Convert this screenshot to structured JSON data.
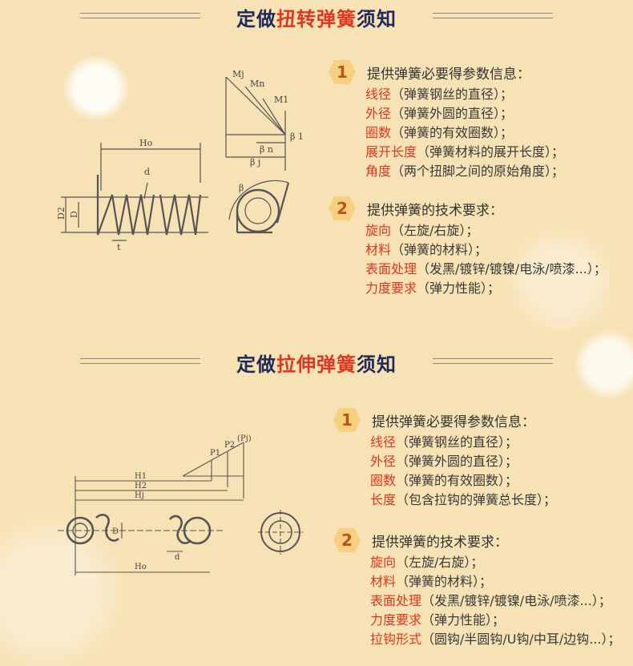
{
  "section1": {
    "title_pre": "定做",
    "title_hl": "扭转弹簧",
    "title_post": "须知",
    "diagram_labels": {
      "Mj": "Mj",
      "Mn": "Mn",
      "M1": "M1",
      "b1": "β 1",
      "bn": "β n",
      "bj": "β j",
      "Ho": "Ho",
      "D2": "D2",
      "D": "D",
      "t": "t",
      "d": "d",
      "beta": "β"
    },
    "group1": {
      "num": "1",
      "heading": "提供弹簧必要得参数信息：",
      "items": [
        {
          "k": "线径",
          "v": "（弹簧钢丝的直径）；"
        },
        {
          "k": "外径",
          "v": "（弹簧外圆的直径）；"
        },
        {
          "k": "圈数",
          "v": "（弹簧的有效圈数）；"
        },
        {
          "k": "展开长度",
          "v": "（弹簧材料的展开长度）；"
        },
        {
          "k": "角度",
          "v": "（两个扭脚之间的原始角度）；"
        }
      ]
    },
    "group2": {
      "num": "2",
      "heading": "提供弹簧的技术要求：",
      "items": [
        {
          "k": "旋向",
          "v": "（左旋/右旋）；"
        },
        {
          "k": "材料",
          "v": "（弹簧的材料）；"
        },
        {
          "k": "表面处理",
          "v": "（发黑/镀锌/镀镍/电泳/喷漆...）；"
        },
        {
          "k": "力度要求",
          "v": "（弹力性能）；"
        }
      ]
    }
  },
  "section2": {
    "title_pre": "定做",
    "title_hl": "拉伸弹簧",
    "title_post": "须知",
    "diagram_labels": {
      "P1": "P1",
      "P2": "P2",
      "Pj": "(Pj)",
      "H1": "H1",
      "H2": "H2",
      "Hj": "Hj",
      "D": "D",
      "d": "d",
      "Ho": "Ho"
    },
    "group1": {
      "num": "1",
      "heading": "提供弹簧必要得参数信息：",
      "items": [
        {
          "k": "线径",
          "v": "（弹簧钢丝的直径）；"
        },
        {
          "k": "外径",
          "v": "（弹簧外圆的直径）；"
        },
        {
          "k": "圈数",
          "v": "（弹簧的有效圈数）；"
        },
        {
          "k": "长度",
          "v": "（包含拉钩的弹簧总长度）；"
        }
      ]
    },
    "group2": {
      "num": "2",
      "heading": "提供弹簧的技术要求：",
      "items": [
        {
          "k": "旋向",
          "v": "（左旋/右旋）；"
        },
        {
          "k": "材料",
          "v": "（弹簧的材料）；"
        },
        {
          "k": "表面处理",
          "v": "（发黑/镀锌/镀镍/电泳/喷漆...）；"
        },
        {
          "k": "力度要求",
          "v": "（弹力性能）；"
        },
        {
          "k": "拉钩形式",
          "v": "（圆钩/半圆钩/U钩/中耳/边钩...）；"
        }
      ]
    }
  }
}
